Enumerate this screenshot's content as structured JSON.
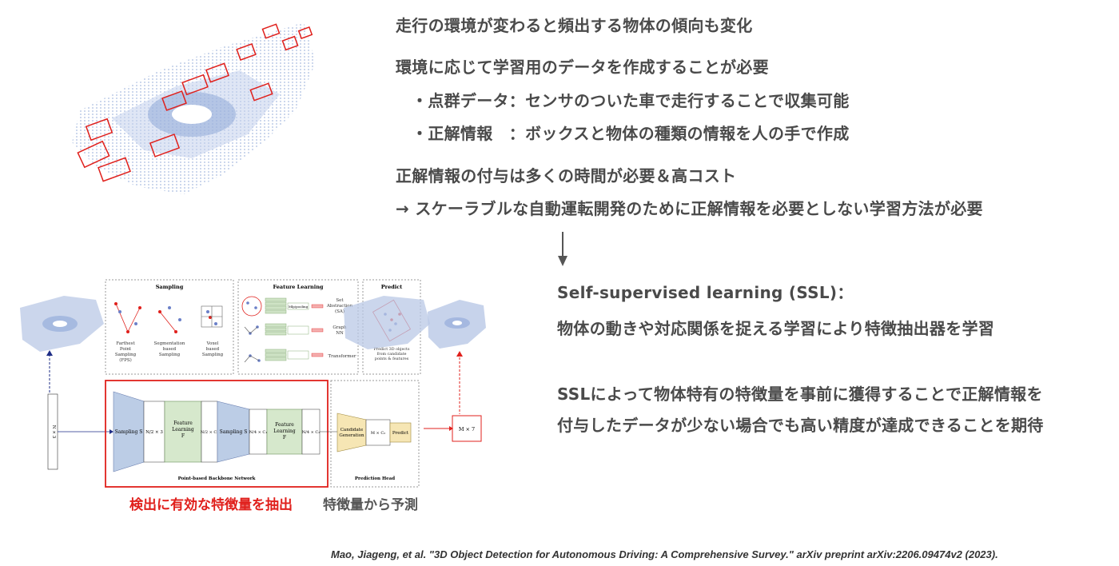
{
  "right_text": {
    "line1": "走行の環境が変わると頻出する物体の傾向も変化",
    "line2": "環境に応じて学習用のデータを作成することが必要",
    "bullet1": "・点群データ：センサのついた車で走行することで収集可能",
    "bullet2": "・正解情報　：ボックスと物体の種類の情報を人の手で作成",
    "line3": "正解情報の付与は多くの時間が必要＆高コスト",
    "line4": "→ スケーラブルな自動運転開発のために正解情報を必要としない学習方法が必要",
    "ssl_title": "Self-supervised learning (SSL)：",
    "ssl_desc": "物体の動きや対応関係を捉える学習により特徴抽出器を学習",
    "ssl_expect1": "SSLによって物体特有の特徴量を事前に獲得することで正解情報を",
    "ssl_expect2": "付与したデータが少ない場合でも高い精度が達成できることを期待"
  },
  "diagram": {
    "sampling_title": "Sampling",
    "feature_title": "Feature Learning",
    "predict_title": "Predict",
    "fps": [
      "Farthest",
      "Point",
      "Sampling",
      "(FPS)"
    ],
    "seg": [
      "Segmentation",
      "based",
      "Sampling"
    ],
    "voxel": [
      "Voxel",
      "based",
      "Sampling"
    ],
    "sa": [
      "Set",
      "Abstraction",
      "(SA)"
    ],
    "graph": [
      "Graph",
      "NN"
    ],
    "transformer": "Transformer",
    "mlp": "Mlp/pooling",
    "predict_desc": [
      "Predict 3D objects",
      "from candidate",
      "points & features"
    ],
    "input": "N × 3",
    "sampling_s": "Sampling S",
    "n2x3": "N/2 × 3",
    "feature_f": [
      "Feature",
      "Learning",
      "F"
    ],
    "n2c1": "N/2 × C₁",
    "n4c1": "N/4 × C₁",
    "n4c2": "N/4 × C₂",
    "candidate": [
      "Candidate",
      "Generation"
    ],
    "mc2": "M × C₂",
    "predict_btn": "Predict",
    "output": "M × 7",
    "backbone_label": "Point-based Backbone Network",
    "head_label": "Prediction Head"
  },
  "captions": {
    "red": "検出に有効な特徴量を抽出",
    "gray": "特徴量から予測"
  },
  "citation": "Mao, Jiageng, et al. \"3D Object Detection for Autonomous Driving: A Comprehensive Survey.\" arXiv preprint arXiv:2206.09474v2 (2023).",
  "colors": {
    "red": "#e0201c",
    "blue_shape": "#bccde6",
    "green_shape": "#d6e8cc",
    "yellow_shape": "#f6e6b4"
  }
}
